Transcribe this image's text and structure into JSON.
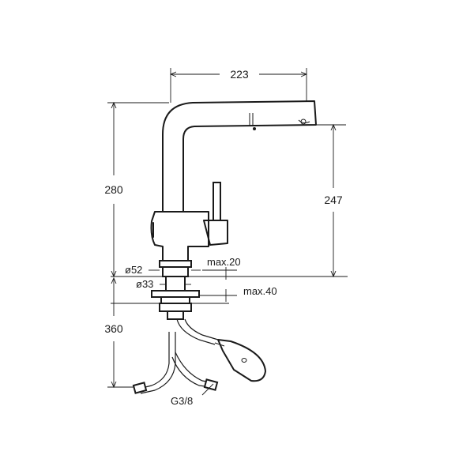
{
  "drawing": {
    "dimensions": {
      "spout_reach": "223",
      "total_height": "280",
      "spout_height": "247",
      "hole_diameter_outer": "ø52",
      "hole_diameter_inner": "ø33",
      "max_deck_thickness_top": "max.20",
      "max_deck_thickness_bottom": "max.40",
      "hose_length": "360",
      "connection_thread": "G3/8"
    }
  }
}
